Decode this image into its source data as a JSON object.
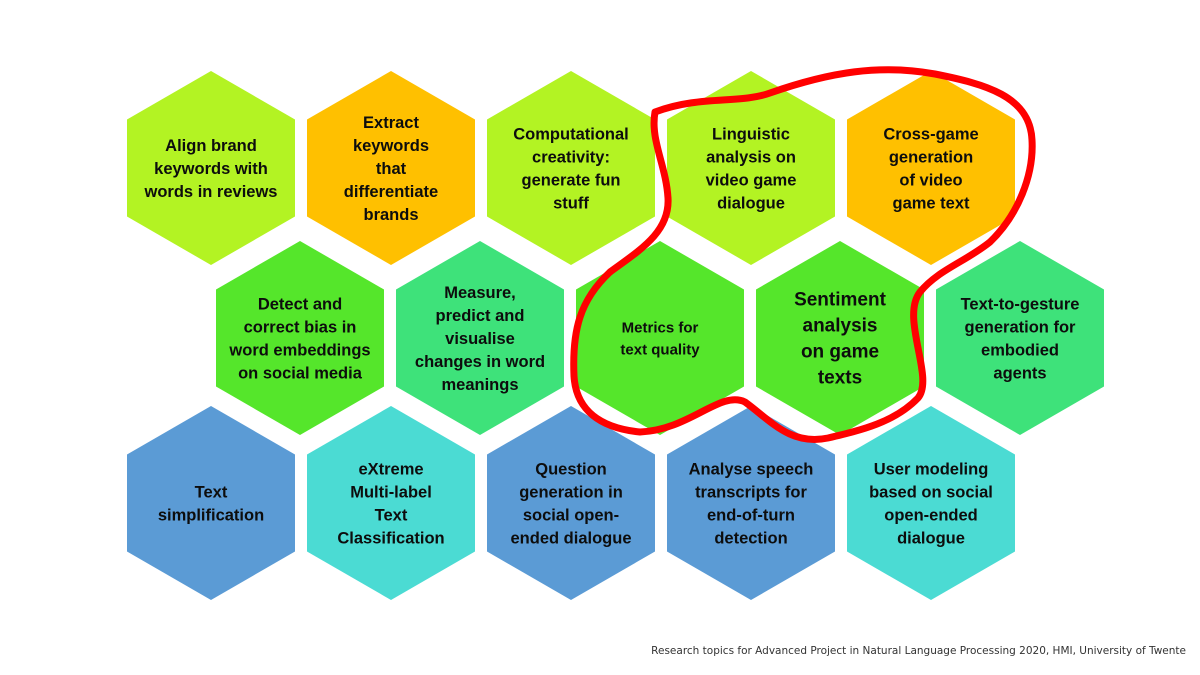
{
  "colors": {
    "lime": "#b3f323",
    "orange": "#ffc000",
    "green": "#55e62b",
    "mint": "#3ee27a",
    "blue": "#5b9bd5",
    "cyan": "#4bdbd3",
    "highlight": "#ff0000"
  },
  "hexagons": [
    {
      "id": "align-brand-keywords",
      "row": 0,
      "col": 0,
      "color": "lime",
      "lines": [
        "Align brand",
        "keywords with",
        "words in reviews"
      ]
    },
    {
      "id": "extract-keywords",
      "row": 0,
      "col": 1,
      "color": "orange",
      "lines": [
        "Extract",
        "keywords",
        "that",
        "differentiate",
        "brands"
      ]
    },
    {
      "id": "computational-creativity",
      "row": 0,
      "col": 2,
      "color": "lime",
      "lines": [
        "Computational",
        "creativity:",
        "generate fun",
        "stuff"
      ]
    },
    {
      "id": "linguistic-analysis",
      "row": 0,
      "col": 3,
      "color": "lime",
      "lines": [
        "Linguistic",
        "analysis on",
        "video game",
        "dialogue"
      ]
    },
    {
      "id": "cross-game-generation",
      "row": 0,
      "col": 4,
      "color": "orange",
      "lines": [
        "Cross-game",
        "generation",
        "of video",
        "game text"
      ]
    },
    {
      "id": "detect-correct-bias",
      "row": 1,
      "col": 0,
      "color": "green",
      "lines": [
        "Detect and",
        "correct bias in",
        "word embeddings",
        "on social media"
      ]
    },
    {
      "id": "measure-word-meanings",
      "row": 1,
      "col": 1,
      "color": "mint",
      "lines": [
        "Measure,",
        "predict and",
        "visualise",
        "changes in word",
        "meanings"
      ]
    },
    {
      "id": "metrics-text-quality",
      "row": 1,
      "col": 2,
      "color": "green",
      "small": true,
      "lines": [
        "Metrics for",
        "text quality"
      ]
    },
    {
      "id": "sentiment-analysis",
      "row": 1,
      "col": 3,
      "color": "green",
      "large": true,
      "lines": [
        "Sentiment",
        "analysis",
        "on game",
        "texts"
      ]
    },
    {
      "id": "text-to-gesture",
      "row": 1,
      "col": 4,
      "color": "mint",
      "lines": [
        "Text-to-gesture",
        "generation for",
        "embodied",
        "agents"
      ]
    },
    {
      "id": "text-simplification",
      "row": 2,
      "col": 0,
      "color": "blue",
      "lines": [
        "Text",
        "simplification"
      ]
    },
    {
      "id": "extreme-multilabel",
      "row": 2,
      "col": 1,
      "color": "cyan",
      "lines": [
        "eXtreme",
        "Multi-label",
        "Text",
        "Classification"
      ]
    },
    {
      "id": "question-generation",
      "row": 2,
      "col": 2,
      "color": "blue",
      "lines": [
        "Question",
        "generation in",
        "social open-",
        "ended dialogue"
      ]
    },
    {
      "id": "analyse-speech",
      "row": 2,
      "col": 3,
      "color": "blue",
      "lines": [
        "Analyse speech",
        "transcripts for",
        "end-of-turn",
        "detection"
      ]
    },
    {
      "id": "user-modeling",
      "row": 2,
      "col": 4,
      "color": "cyan",
      "lines": [
        "User modeling",
        "based on social",
        "open-ended",
        "dialogue"
      ]
    }
  ],
  "caption": "Research topics for Advanced Project in Natural Language Processing 2020, HMI, University of Twente"
}
